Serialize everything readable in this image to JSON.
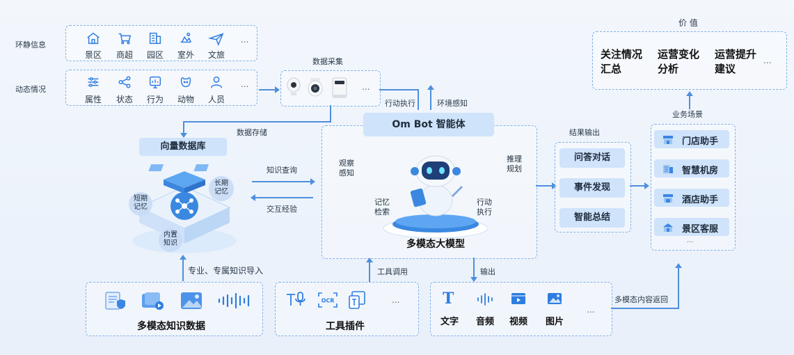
{
  "env_info": {
    "row_label": "环静信息",
    "items": [
      "景区",
      "商超",
      "园区",
      "室外",
      "文旅"
    ],
    "more": "..."
  },
  "dynamic_info": {
    "row_label": "动态情况",
    "items": [
      "属性",
      "状态",
      "行为",
      "动物",
      "人员"
    ],
    "more": "..."
  },
  "data_collection": {
    "title": "数据采集",
    "more": "..."
  },
  "links": {
    "action_exec": "行动执行",
    "env_sense": "环境感知",
    "data_store": "数据存储",
    "knowledge_query": "知识查询",
    "interaction_exp": "交互经验",
    "knowledge_import": "专业、专属知识导入",
    "tool_call": "工具调用",
    "output": "输出",
    "result_output": "结果输出",
    "multimodal_return": "多模态内容返回",
    "business_scene": "业务场景"
  },
  "vector_db": {
    "title": "向量数据库",
    "short_mem": "短期记忆",
    "long_mem": "长期记忆",
    "inner_knowledge": "内置知识"
  },
  "agent": {
    "title": "Om Bot 智能体",
    "observe": "观察感知",
    "reason": "推理规划",
    "memory": "记忆检索",
    "action": "行动执行",
    "model": "多模态大模型"
  },
  "results": [
    "问答对话",
    "事件发现",
    "智能总结"
  ],
  "scenes": [
    "门店助手",
    "智慧机房",
    "酒店助手",
    "景区客服"
  ],
  "scenes_more": "...",
  "value": {
    "title": "价 值",
    "items": [
      "关注情况汇总",
      "运营变化分析",
      "运营提升建议"
    ],
    "more": "..."
  },
  "knowledge_data": {
    "title": "多模态知识数据"
  },
  "tool_plugin": {
    "title": "工具插件",
    "more": "..."
  },
  "outputs": {
    "items": [
      "文字",
      "音频",
      "视频",
      "图片"
    ],
    "more": "..."
  },
  "colors": {
    "accent": "#2e7de0",
    "dash": "#7fb0e6",
    "box": "#cfe3fb"
  }
}
